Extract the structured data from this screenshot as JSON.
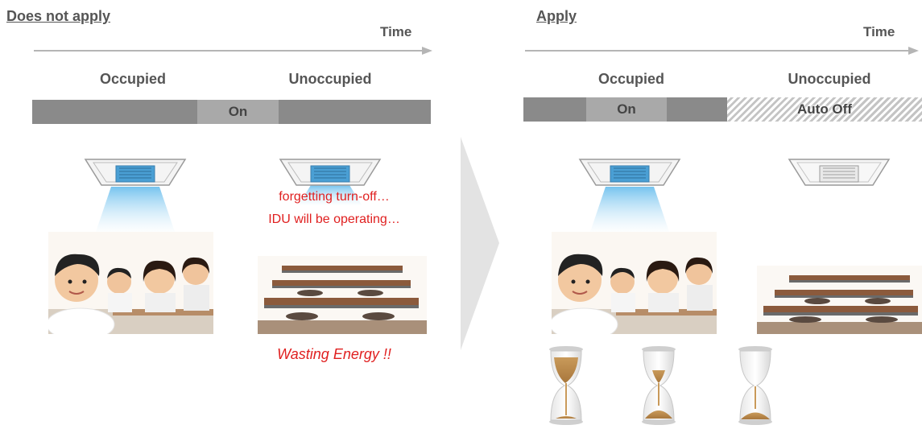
{
  "left": {
    "title": "Does not apply",
    "time_label": "Time",
    "occupied_label": "Occupied",
    "unoccupied_label": "Unoccupied",
    "bar_on_label": "On",
    "note_line1": "forgetting turn-off…",
    "note_line2": "IDU will be operating…",
    "warning": "Wasting Energy !!"
  },
  "right": {
    "title": "Apply",
    "time_label": "Time",
    "occupied_label": "Occupied",
    "unoccupied_label": "Unoccupied",
    "bar_on_label": "On",
    "bar_off_label": "Auto Off"
  },
  "icons": [
    "ceiling-cassette-unit-icon",
    "cold-air-flow-icon",
    "children-classroom-image",
    "empty-desks-image",
    "hourglass-icon",
    "transition-arrow-icon"
  ],
  "colors": {
    "bar_dark": "#8a8a8a",
    "bar_on": "#a9a9a9",
    "warning_red": "#e02020",
    "air_blue": "#7fc6ee"
  }
}
